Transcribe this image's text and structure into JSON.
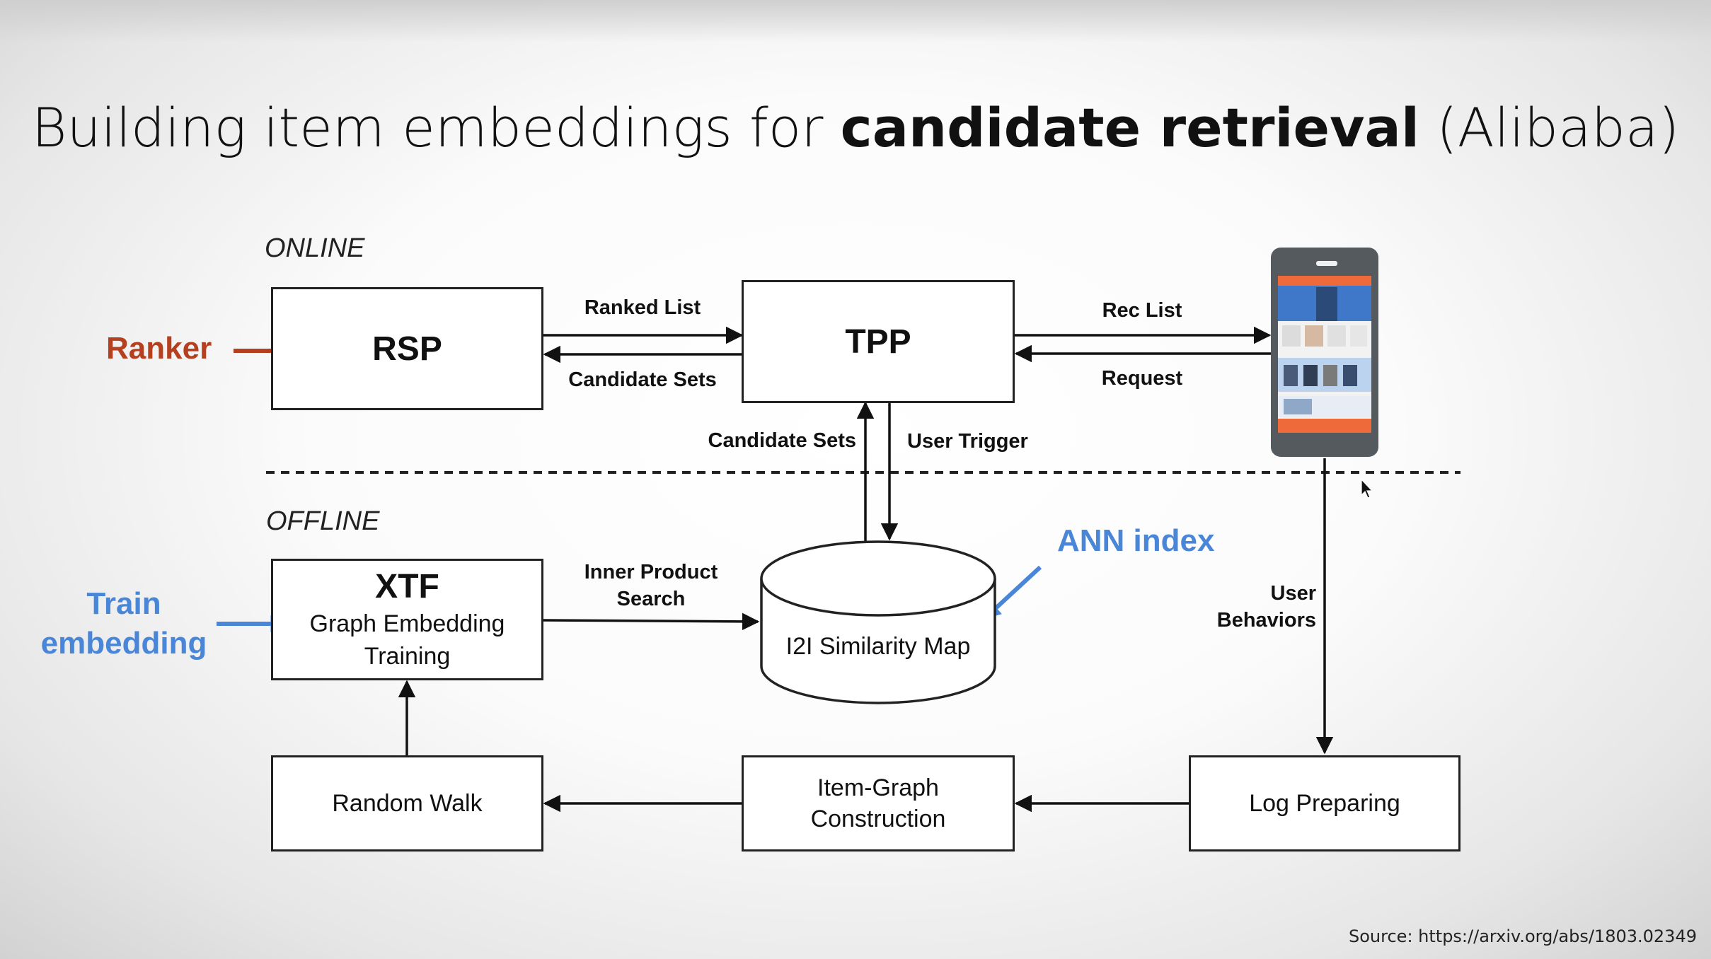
{
  "title": {
    "part1": "Building item embeddings for ",
    "bold": "candidate retrieval",
    "part2": " (Alibaba)"
  },
  "sections": {
    "online": "ONLINE",
    "offline": "OFFLINE"
  },
  "nodes": {
    "rsp": "RSP",
    "tpp": "TPP",
    "xtf_title": "XTF",
    "xtf_line1": "Graph Embedding",
    "xtf_line2": "Training",
    "i2i": "I2I Similarity Map",
    "random_walk": "Random Walk",
    "item_graph_line1": "Item-Graph",
    "item_graph_line2": "Construction",
    "log_preparing": "Log Preparing"
  },
  "edges": {
    "ranked_list": "Ranked List",
    "candidate_sets_top": "Candidate Sets",
    "rec_list": "Rec List",
    "request": "Request",
    "candidate_sets_mid": "Candidate Sets",
    "user_trigger": "User Trigger",
    "inner_product_line1": "Inner Product",
    "inner_product_line2": "Search",
    "user_behaviors_line1": "User",
    "user_behaviors_line2": "Behaviors"
  },
  "annotations": {
    "ranker": "Ranker",
    "train_line1": "Train",
    "train_line2": "embedding",
    "ann_index": "ANN index"
  },
  "colors": {
    "ranker": "#b5401f",
    "blue": "#4a86d8"
  },
  "source": "Source: https://arxiv.org/abs/1803.02349"
}
